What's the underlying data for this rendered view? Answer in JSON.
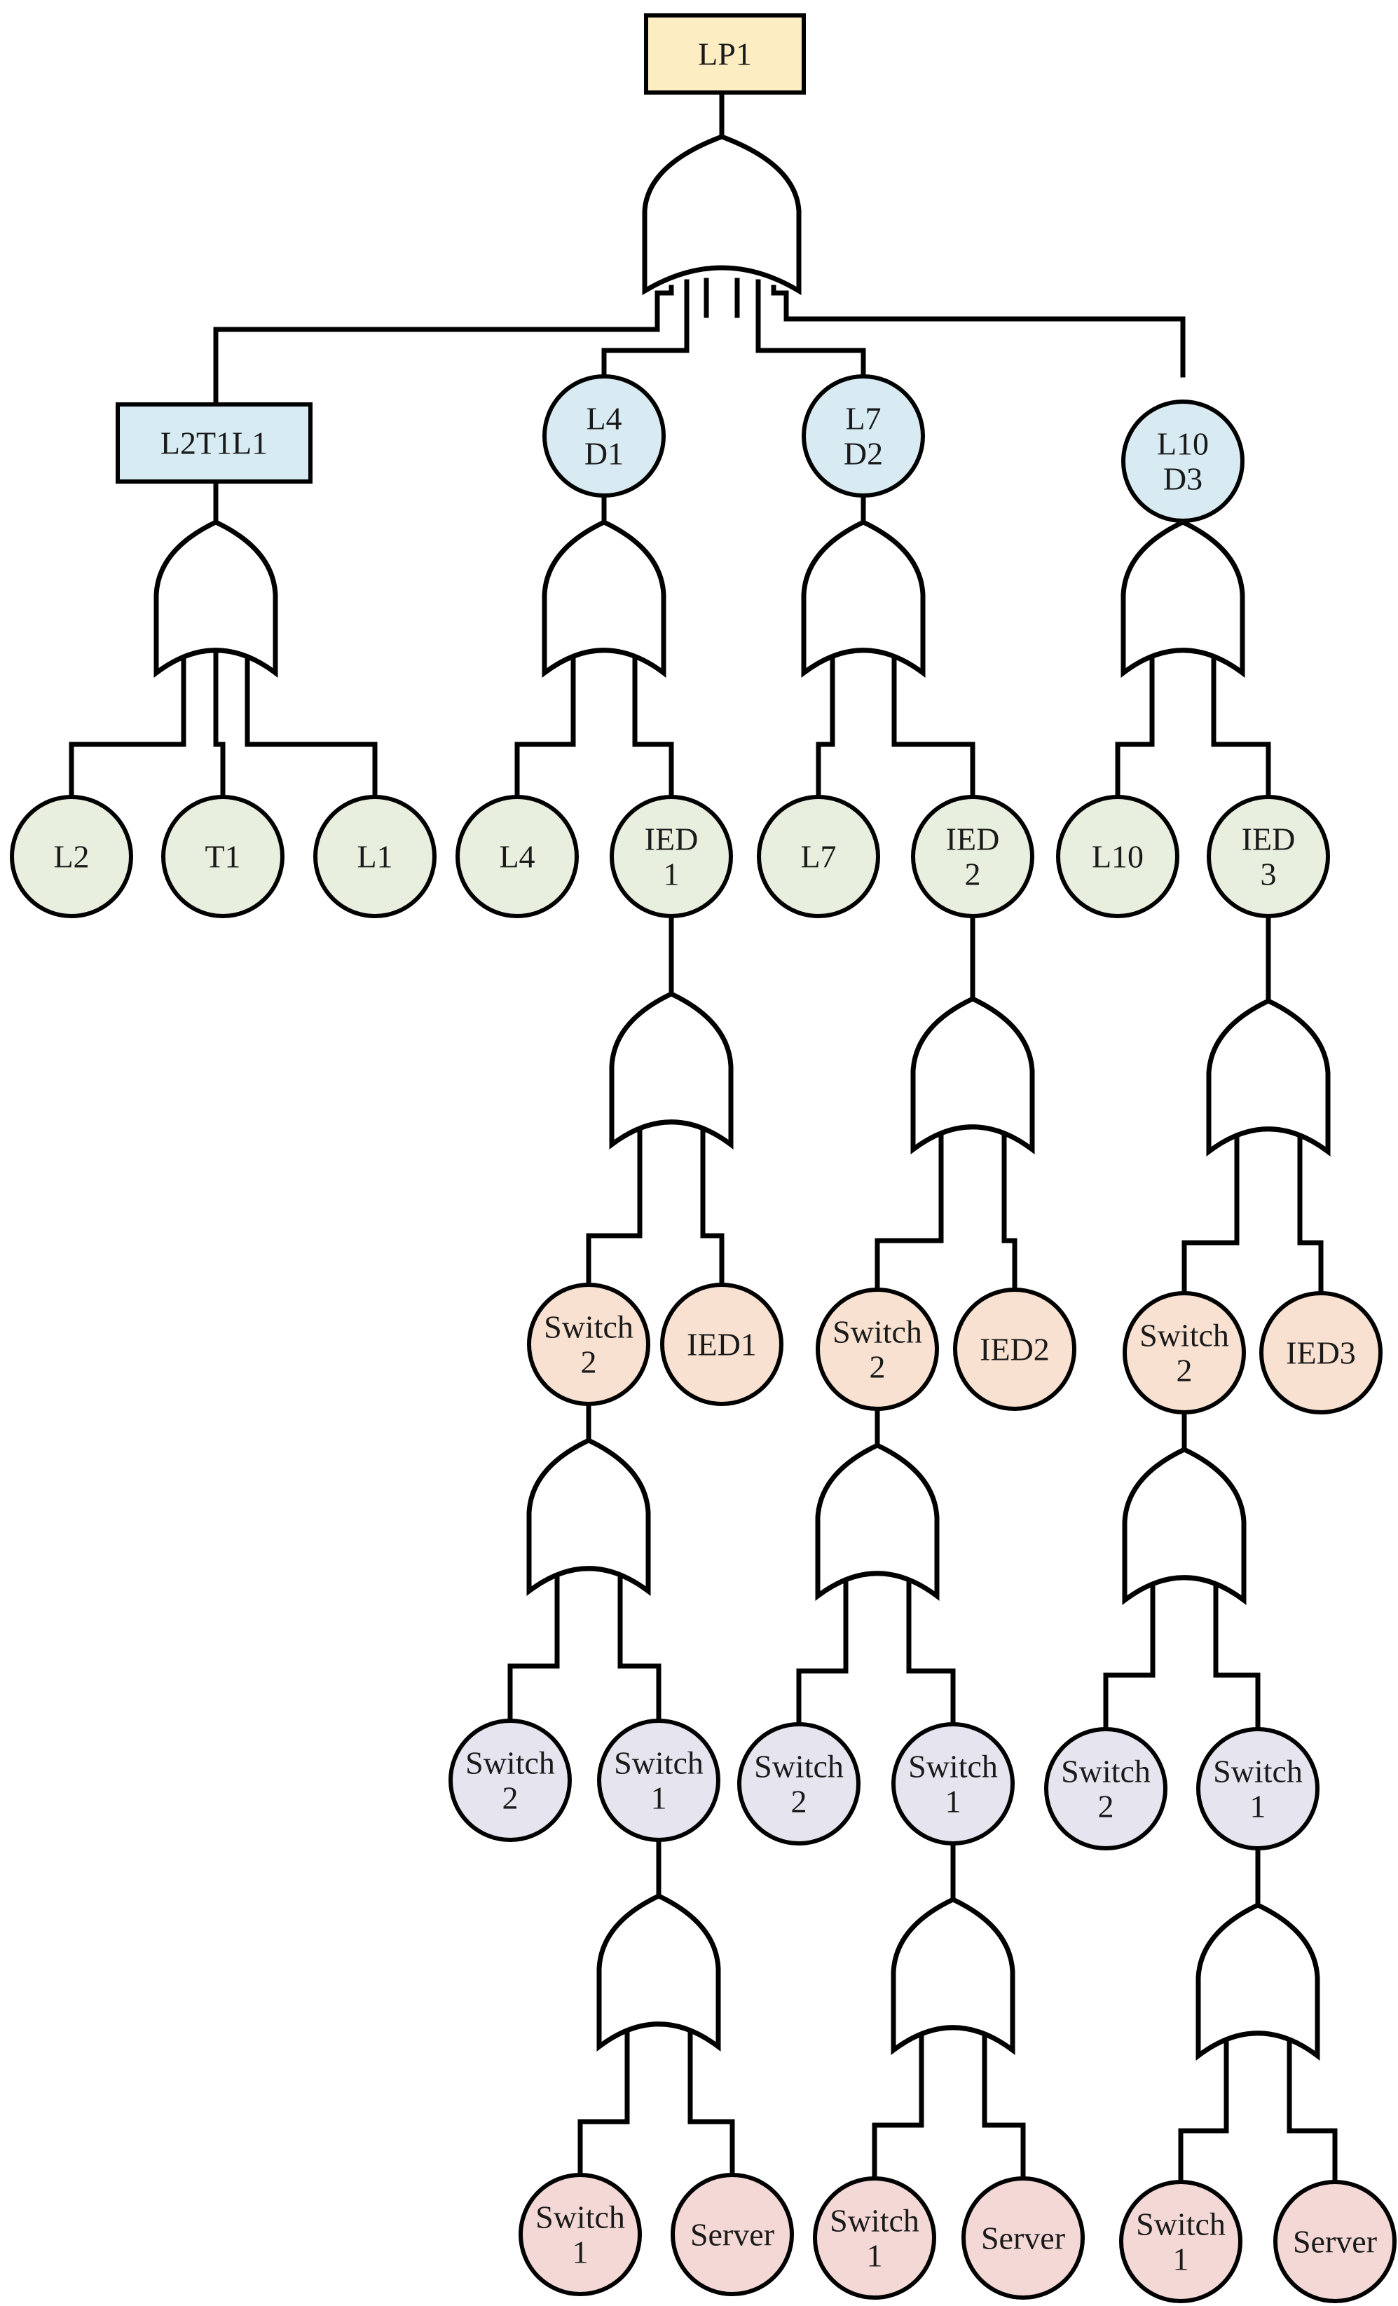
{
  "colors": {
    "top": "#fdedc2",
    "rect": "#d6ebf2",
    "intermediate": "#d8ebf3",
    "basic_green": "#e8efdf",
    "ied_switch": "#f8e1d0",
    "switch_lv2": "#e6e4ee",
    "leaf": "#f3d8d6"
  },
  "nodes": {
    "lp1": [
      "LP1"
    ],
    "l2t1l1": [
      "L2T1L1"
    ],
    "l4d1": [
      "L4",
      "D1"
    ],
    "l7d2": [
      "L7",
      "D2"
    ],
    "l10d3": [
      "L10",
      "D3"
    ],
    "l2": [
      "L2"
    ],
    "t1": [
      "T1"
    ],
    "l1": [
      "L1"
    ],
    "l4": [
      "L4"
    ],
    "ied1": [
      "IED",
      "1"
    ],
    "l7": [
      "L7"
    ],
    "ied2": [
      "IED",
      "2"
    ],
    "l10": [
      "L10"
    ],
    "ied3": [
      "IED",
      "3"
    ],
    "sw2a": [
      "Switch",
      "2"
    ],
    "ied1b": [
      "IED1"
    ],
    "sw2b": [
      "Switch",
      "2"
    ],
    "ied2b": [
      "IED2"
    ],
    "sw2c": [
      "Switch",
      "2"
    ],
    "ied3b": [
      "IED3"
    ],
    "sw2a2": [
      "Switch",
      "2"
    ],
    "sw1a": [
      "Switch",
      "1"
    ],
    "sw2b2": [
      "Switch",
      "2"
    ],
    "sw1b": [
      "Switch",
      "1"
    ],
    "sw2c2": [
      "Switch",
      "2"
    ],
    "sw1c": [
      "Switch",
      "1"
    ],
    "sw1a2": [
      "Switch",
      "1"
    ],
    "srva": [
      "Server"
    ],
    "sw1b2": [
      "Switch",
      "1"
    ],
    "srvb": [
      "Server"
    ],
    "sw1c2": [
      "Switch",
      "1"
    ],
    "srvc": [
      "Server"
    ]
  }
}
